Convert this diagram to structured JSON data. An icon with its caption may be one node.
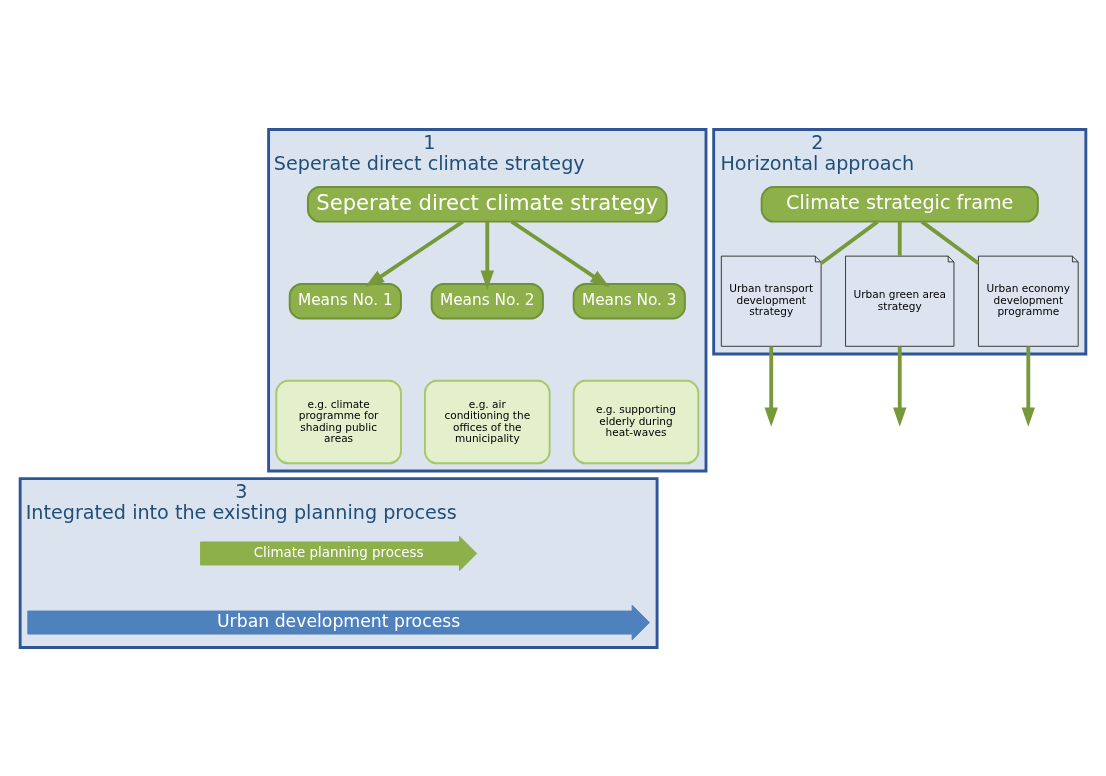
{
  "diagram": {
    "nodes": [
      {
        "text": [
          "1",
          "Seperate direct climate strategy"
        ]
      },
      {
        "text": [
          "Seperate direct climate strategy"
        ],
        "in": 0
      },
      {
        "text": [
          "Means No. 1"
        ],
        "in": 0
      },
      {
        "text": [
          "Means No. 2"
        ],
        "in": 0
      },
      {
        "text": [
          "Means No. 3"
        ],
        "in": 0
      },
      {
        "text": [
          "e.g. climate programme for shading public areas"
        ],
        "in": 0
      },
      {
        "text": [
          "e.g. air conditioning the offices of the municipality"
        ],
        "in": 0
      },
      {
        "text": [
          "e.g. supporting elderly during heat-waves"
        ],
        "in": 0
      },
      {
        "text": [
          "2",
          "Horizontal approach"
        ]
      },
      {
        "text": [
          "Climate strategic frame"
        ],
        "in": 8
      },
      {
        "text": [
          "Urban transport development strategy"
        ],
        "in": 8
      },
      {
        "text": [
          "Urban green area strategy"
        ],
        "in": 8
      },
      {
        "text": [
          "Urban economy development programme"
        ],
        "in": 8
      },
      {
        "text": [
          "3",
          "Integrated into the existing planning process"
        ]
      },
      {
        "text": [
          "Climate planning process"
        ],
        "in": 13
      },
      {
        "text": [
          "Urban development process"
        ],
        "in": 13
      }
    ],
    "edges": [
      {
        "from": 1,
        "to": 2,
        "arrow": "to"
      },
      {
        "from": 1,
        "to": 3,
        "arrow": "to"
      },
      {
        "from": 1,
        "to": 4,
        "arrow": "to"
      },
      {
        "from": 9,
        "to": 10,
        "arrow": "none"
      },
      {
        "from": 10,
        "to": null,
        "arrow": "to"
      },
      {
        "from": 9,
        "to": 11,
        "arrow": "none"
      },
      {
        "from": 11,
        "to": null,
        "arrow": "to"
      },
      {
        "from": 9,
        "to": 12,
        "arrow": "none"
      },
      {
        "from": 12,
        "to": null,
        "arrow": "to"
      }
    ]
  }
}
